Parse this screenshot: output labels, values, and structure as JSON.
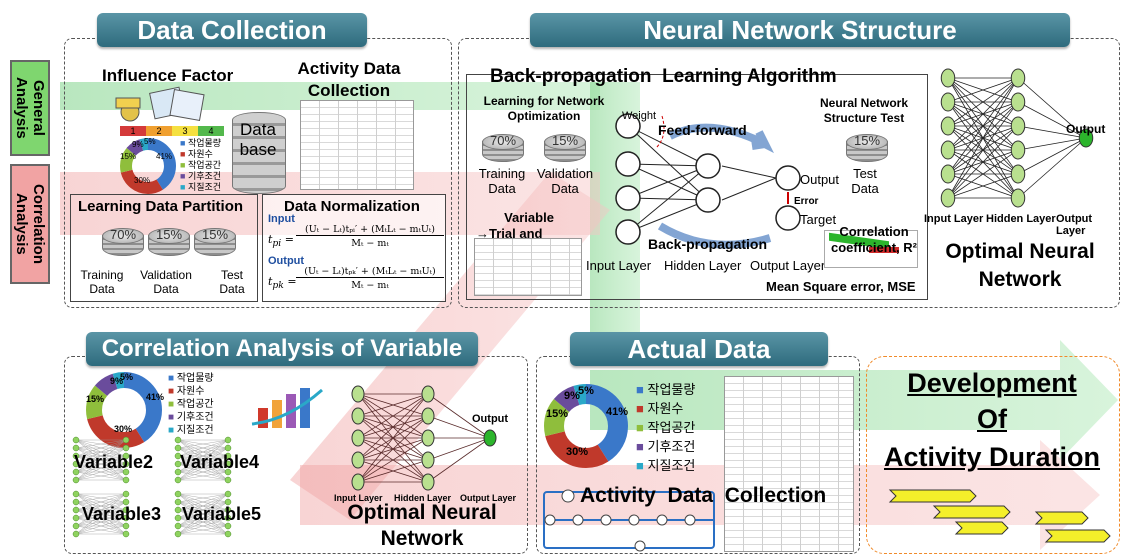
{
  "bands": {
    "general": "General Analysis",
    "correlation": "Correlation Analysis"
  },
  "data_collection": {
    "header": "Data Collection",
    "influence_factor": "Influence Factor",
    "activity_data_collection": "Activity Data Collection",
    "database": "Data base",
    "learning_partition": "Learning Data Partition",
    "training_pct": "70%",
    "validation_pct": "15%",
    "test_pct": "15%",
    "training_data": "Training Data",
    "validation_data": "Validation Data",
    "test_data": "Test Data",
    "normalization_title": "Data Normalization",
    "input_label": "Input",
    "output_label": "Output",
    "formula_input_lhs": "t",
    "formula_input_sub": "pi",
    "formula_input_num": "(Uₜ − Lₜ)tₚᵢ′ + (MₜLₜ − mₜUₜ)",
    "formula_input_den": "Mₜ − mₜ",
    "formula_output_lhs": "t",
    "formula_output_sub": "pk",
    "formula_output_num": "(Uₜ − Lₜ)tₚₖ′ + (MₜLₜ − mₜUₜ)",
    "formula_output_den": "Mₜ − mₜ",
    "pie_legend": [
      "작업물량",
      "자원수",
      "작업공간",
      "기후조건",
      "지질조건"
    ],
    "pie_labels": [
      "41%",
      "30%",
      "15%",
      "9%",
      "5%"
    ],
    "bar_numbers": [
      "1",
      "2",
      "3",
      "4"
    ]
  },
  "nn_structure": {
    "header": "Neural Network Structure",
    "title": "Back-propagation  Learning Algorithm",
    "learning_for": "Learning for Network Optimization",
    "training_pct": "70%",
    "validation_pct": "15%",
    "test_pct": "15%",
    "training_data": "Training Data",
    "validation_data": "Validation Data",
    "weight": "Weight",
    "feed_forward": "Feed-forward",
    "back_propagation": "Back-propagation",
    "nn_test": "Neural Network Structure Test",
    "test_data": "Test Data",
    "output": "Output",
    "error": "Error",
    "target": "Target",
    "variable": "Variable",
    "trial_error": "→Trial and Error Method",
    "input_layer": "Input Layer",
    "hidden_layer": "Hidden Layer",
    "output_layer": "Output Layer",
    "correlation": "Correlation coefficient, R²",
    "mse": "Mean Square error, MSE",
    "opt_input_layer": "Input Layer",
    "opt_hidden_layer": "Hidden Layer",
    "opt_output_layer": "Output Layer",
    "opt_output": "Output",
    "optimal": "Optimal Neural Network"
  },
  "correlation_analysis": {
    "header": "Correlation Analysis of Variable",
    "legend": [
      "작업물량",
      "자원수",
      "작업공간",
      "기후조건",
      "지질조건"
    ],
    "pie_labels": [
      "41%",
      "30%",
      "15%",
      "9%",
      "5%"
    ],
    "variable2": "Variable2",
    "variable3": "Variable3",
    "variable4": "Variable4",
    "variable5": "Variable5",
    "output": "Output",
    "input_layer": "Input Layer",
    "hidden_layer": "Hidden Layer",
    "output_layer": "Output Layer",
    "optimal": "Optimal Neural Network"
  },
  "actual_data": {
    "header": "Actual Data",
    "legend": [
      "작업물량",
      "자원수",
      "작업공간",
      "기후조건",
      "지질조건"
    ],
    "pie_labels": [
      "41%",
      "30%",
      "15%",
      "9%",
      "5%"
    ],
    "activity_collection": "Activity  Data  Collection"
  },
  "development": {
    "line1": "Development",
    "line2": "Of",
    "line3": "Activity Duration"
  },
  "colors": {
    "header": "#2e6b7d",
    "green_band": "#5cc06a",
    "red_band": "#e58a8a",
    "node": "#8fd35f",
    "pie": [
      "#3a78c9",
      "#c0392b",
      "#8fbe3c",
      "#6a4c9c",
      "#2aa8c8"
    ]
  }
}
